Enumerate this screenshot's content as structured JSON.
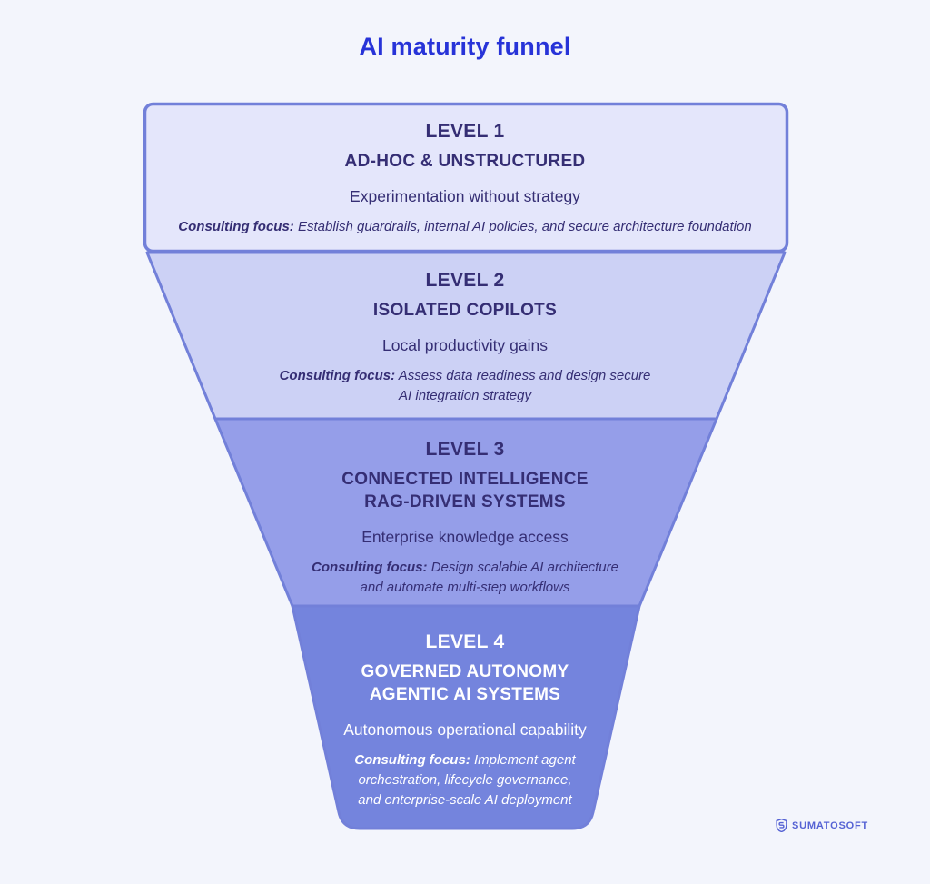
{
  "page": {
    "title": "AI maturity funnel",
    "title_color": "#2733d8",
    "background_color": "#f3f5fc"
  },
  "funnel": {
    "stroke_color": "#7280d9",
    "levels": [
      {
        "label": "LEVEL 1",
        "name1": "AD-HOC & UNSTRUCTURED",
        "tagline": "Experimentation without strategy",
        "focus_prefix": "Consulting focus:",
        "focus_line1": "Establish guardrails, internal AI policies, and secure architecture foundation",
        "fill": "#e4e6fb",
        "text_color": "#352e74"
      },
      {
        "label": "LEVEL 2",
        "name1": "ISOLATED COPILOTS",
        "tagline": "Local productivity gains",
        "focus_prefix": "Consulting focus:",
        "focus_line1": "Assess data readiness and design secure",
        "focus_line2": "AI integration strategy",
        "fill": "#ccd1f5",
        "text_color": "#352e74"
      },
      {
        "label": "LEVEL 3",
        "name1": "CONNECTED INTELLIGENCE",
        "name2": "RAG-DRIVEN SYSTEMS",
        "tagline": "Enterprise knowledge access",
        "focus_prefix": "Consulting focus:",
        "focus_line1": "Design scalable AI architecture",
        "focus_line2": "and automate multi-step workflows",
        "fill": "#959ee9",
        "text_color": "#352e74"
      },
      {
        "label": "LEVEL 4",
        "name1": "GOVERNED AUTONOMY",
        "name2": "AGENTIC AI SYSTEMS",
        "tagline": "Autonomous operational capability",
        "focus_prefix": "Consulting focus:",
        "focus_line1": "Implement agent",
        "focus_line2": "orchestration, lifecycle governance,",
        "focus_line3": "and enterprise-scale AI deployment",
        "fill": "#7484dd",
        "text_color": "#ffffff"
      }
    ]
  },
  "branding": {
    "logo_text": "SUMATOSOFT",
    "logo_color": "#5562d4",
    "logo_icon": "shield-s-icon"
  }
}
